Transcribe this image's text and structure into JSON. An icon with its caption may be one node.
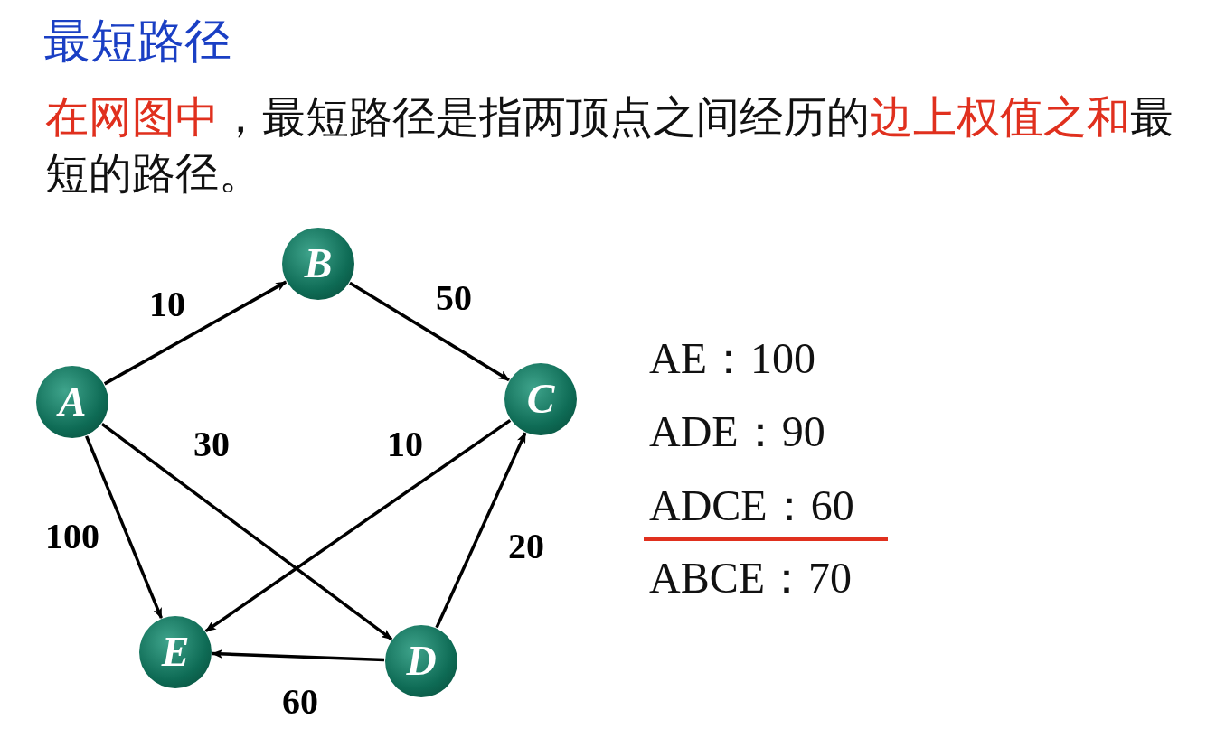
{
  "diagram": {
    "title": "最短路径",
    "nodes": [
      {
        "text": [
          "A"
        ]
      },
      {
        "text": [
          "B"
        ]
      },
      {
        "text": [
          "C"
        ]
      },
      {
        "text": [
          "D"
        ]
      },
      {
        "text": [
          "E"
        ]
      }
    ],
    "edges": [
      {
        "from": 0,
        "to": 1,
        "arrow": "to",
        "label": "10"
      },
      {
        "from": 1,
        "to": 2,
        "arrow": "to",
        "label": "50"
      },
      {
        "from": 0,
        "to": 3,
        "arrow": "to",
        "label": "30"
      },
      {
        "from": 2,
        "to": 4,
        "arrow": "to",
        "label": "10"
      },
      {
        "from": 0,
        "to": 4,
        "arrow": "to",
        "label": "100"
      },
      {
        "from": 3,
        "to": 2,
        "arrow": "to",
        "label": "20"
      },
      {
        "from": 3,
        "to": 4,
        "arrow": "to",
        "label": "60"
      }
    ],
    "labels": [
      "**在网图中**，最短路径是指两顶点之间经历的**边上权值之和**最短的路径。",
      "AE：100",
      "ADE：90",
      "ADCE：60",
      "ABCE：70"
    ]
  }
}
